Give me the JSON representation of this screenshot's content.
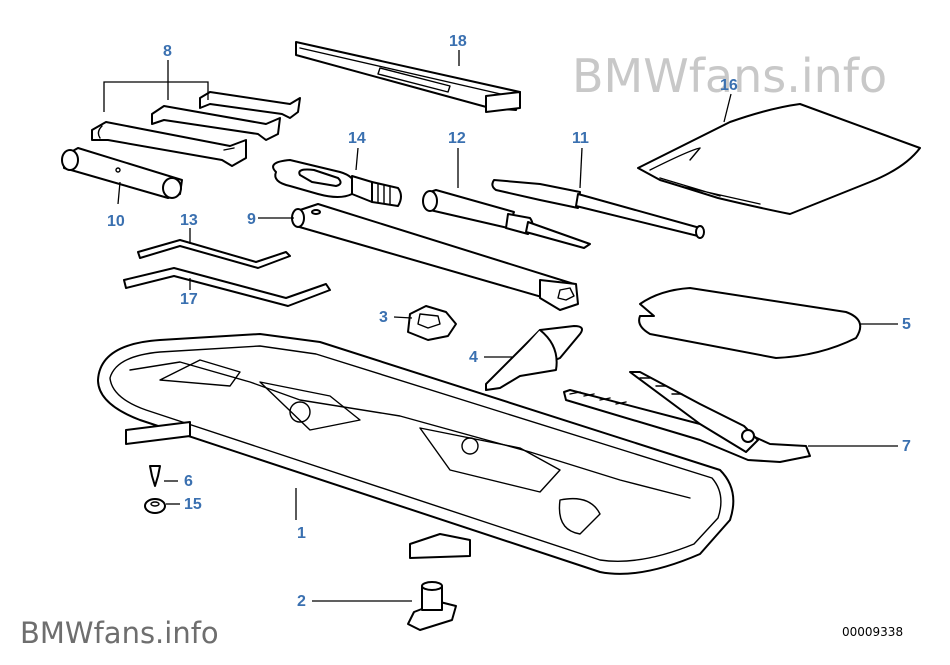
{
  "watermark": {
    "top": "BMWfans.info",
    "bottom": "BMWfans.info"
  },
  "diagram_code": "00009338",
  "callouts": {
    "c1": "1",
    "c2": "2",
    "c3": "3",
    "c4": "4",
    "c5": "5",
    "c6": "6",
    "c7": "7",
    "c8": "8",
    "c9": "9",
    "c10": "10",
    "c11": "11",
    "c12": "12",
    "c13": "13",
    "c14": "14",
    "c15": "15",
    "c16": "16",
    "c17": "17",
    "c18": "18"
  },
  "colors": {
    "callout": "#3a70b0",
    "watermark_top": "#c8c8c8",
    "watermark_bottom": "#6e6e6e",
    "line": "#000000"
  }
}
